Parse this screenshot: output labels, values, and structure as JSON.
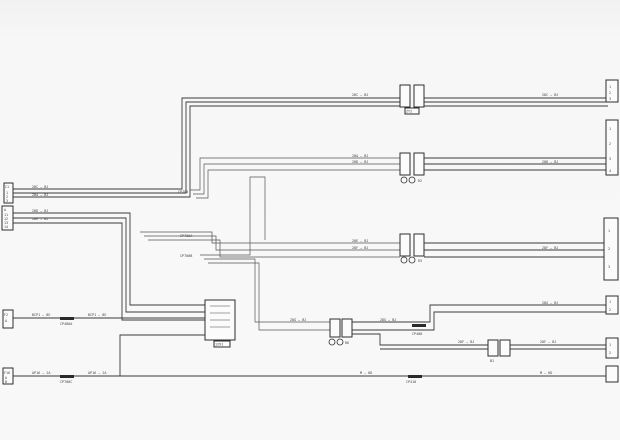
{
  "colors": {
    "ink": "#2e2e2e",
    "paper": "#f8f8f8"
  },
  "diagram": {
    "left_connectors": [
      {
        "id": "C1",
        "pins": [
          "1",
          "2",
          "3"
        ]
      },
      {
        "id": "A",
        "pins": [
          "11",
          "12",
          "13",
          "14"
        ]
      },
      {
        "id": "F2",
        "pins": [
          "A"
        ]
      },
      {
        "id": "F16",
        "pins": [
          "A",
          "B"
        ]
      }
    ],
    "wire_labels": {
      "w1": "28C — BJ",
      "w2": "28A — BJ",
      "w3": "28D — BJ",
      "w4": "28E — BJ",
      "w5": "28F — BJ",
      "w6": "28G — BJ",
      "bus_a": "BCP1 — 8E",
      "bus_b": "AP16 — JA",
      "bottom_1": "M — KD",
      "bottom_2": "M — KD"
    },
    "splices": {
      "s1": "CP700",
      "s2": "CP700A",
      "s3": "CP700B",
      "s4": "CP400",
      "s5": "CP400A",
      "s6": "CP700C",
      "s7": "CP410"
    },
    "inline_connectors": [
      {
        "id": "top",
        "code": "ZT2"
      },
      {
        "id": "mid1",
        "code": "R2"
      },
      {
        "id": "mid2",
        "code": "R3"
      },
      {
        "id": "low",
        "code": "R6"
      },
      {
        "id": "relay",
        "code": "1291"
      },
      {
        "id": "bottom",
        "code": "B1"
      }
    ],
    "right_connectors": [
      {
        "id": "r1",
        "pins": [
          "1",
          "2",
          "3"
        ]
      },
      {
        "id": "r2",
        "pins": [
          "1",
          "2",
          "3",
          "4"
        ]
      },
      {
        "id": "r3",
        "pins": [
          "1",
          "2",
          "3"
        ]
      },
      {
        "id": "r4",
        "pins": [
          "1",
          "2"
        ]
      },
      {
        "id": "r5",
        "pins": [
          "1",
          "2"
        ]
      }
    ]
  }
}
